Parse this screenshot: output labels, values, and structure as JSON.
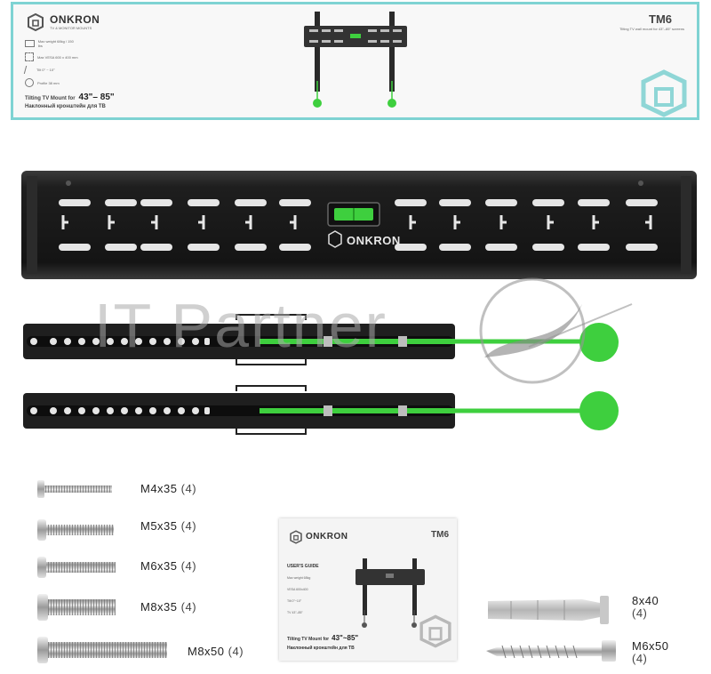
{
  "box": {
    "brand": "ONKRON",
    "tagline": "TV & MONITOR MOUNTS",
    "model": "TM6",
    "subtitle": "Tilting TV wall mount for 43\"–85\" screens",
    "product_line_en": "Tilting TV Mount for",
    "size_range": "43\"– 85\"",
    "product_line_ru": "Наклонный кронштейн для ТВ",
    "specs": [
      {
        "icon": "screen-icon",
        "text": "Max weight 68kg / 150 lbs"
      },
      {
        "icon": "vesa-icon",
        "text": "Max VESA 600 x 400 mm"
      },
      {
        "icon": "tilt-icon",
        "text": "Tilt 0° ~ 10°"
      },
      {
        "icon": "profile-icon",
        "text": "Profile 38 mm"
      }
    ]
  },
  "wall_plate": {
    "brand": "ONKRON"
  },
  "watermark": {
    "text": "IT Partner"
  },
  "manual": {
    "brand": "ONKRON",
    "model": "TM6",
    "guide_title": "USER'S GUIDE",
    "product_line_en": "Tilting TV Mount for",
    "size_range": "43\"~85\"",
    "product_line_ru": "Наклонный кронштейн для ТВ",
    "specs": [
      {
        "text": "Max weight 68kg"
      },
      {
        "text": "VESA 600x400"
      },
      {
        "text": "Tilt 0°~10°"
      },
      {
        "text": "TV 43\"–85\""
      }
    ]
  },
  "hardware": [
    {
      "size": "M4x35",
      "count": "(4)"
    },
    {
      "size": "M5x35",
      "count": "(4)"
    },
    {
      "size": "M6x35",
      "count": "(4)"
    },
    {
      "size": "M8x35",
      "count": "(4)"
    },
    {
      "size": "M8x50",
      "count": "(4)"
    }
  ],
  "wall_hardware": [
    {
      "size": "8x40",
      "count": "(4)"
    },
    {
      "size": "M6x50",
      "count": "(4)"
    }
  ],
  "colors": {
    "accent_green": "#3ecf3e",
    "box_border": "#7fd3d3",
    "metal_dark": "#1e1e1e"
  }
}
